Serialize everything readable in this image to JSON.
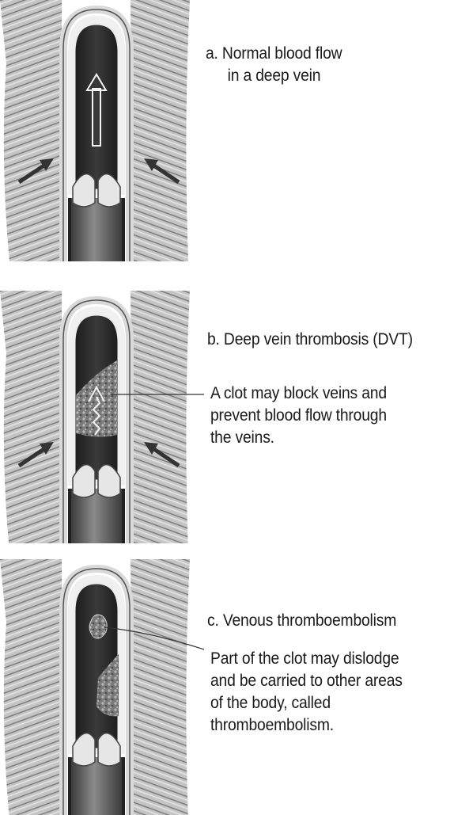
{
  "panels": [
    {
      "id": "a",
      "title": [
        "a.  Normal blood flow",
        "in a deep vein"
      ],
      "callout": []
    },
    {
      "id": "b",
      "title": [
        "b.  Deep vein thrombosis (DVT)"
      ],
      "callout": [
        "A clot may block veins and",
        "prevent blood flow through",
        "the veins."
      ]
    },
    {
      "id": "c",
      "title": [
        "c.  Venous thromboembolism"
      ],
      "callout": [
        "Part of the clot may dislodge",
        "and be carried to other areas",
        "of the body, called",
        "thromboembolism."
      ]
    }
  ],
  "colors": {
    "vein_lumen": "#2b2b2b",
    "vein_wall": "#d9d9d9",
    "muscle": "#9e9e9e",
    "clot": "#8a8a8a",
    "arrow": "#333333"
  },
  "icons": [
    "compression-arrow-icon",
    "flow-arrow-icon",
    "blocked-flow-arrow-icon"
  ]
}
